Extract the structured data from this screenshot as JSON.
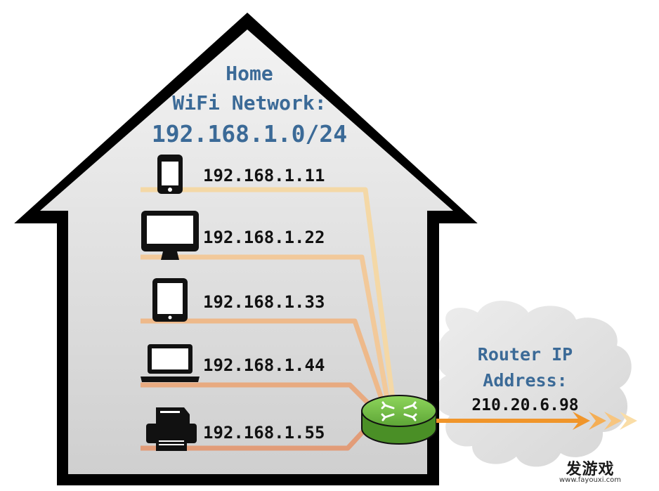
{
  "house": {
    "title_line1": "Home",
    "title_line2": "WiFi Network:",
    "subnet": "192.168.1.0/24"
  },
  "devices": [
    {
      "icon": "smartphone-icon",
      "ip": "192.168.1.11",
      "line_color": "#f4d8a6"
    },
    {
      "icon": "monitor-icon",
      "ip": "192.168.1.22",
      "line_color": "#f2c99a"
    },
    {
      "icon": "tablet-icon",
      "ip": "192.168.1.33",
      "line_color": "#eeb98a"
    },
    {
      "icon": "laptop-icon",
      "ip": "192.168.1.44",
      "line_color": "#e8aa80"
    },
    {
      "icon": "printer-icon",
      "ip": "192.168.1.55",
      "line_color": "#e29c78"
    }
  ],
  "router": {
    "label_line1": "Router IP",
    "label_line2": "Address:",
    "public_ip": "210.20.6.98",
    "body_color": "#72bf44",
    "arrow_color": "#f0952a"
  },
  "watermark": {
    "chars": "发游戏",
    "url": "www.fayouxi.com"
  },
  "colors": {
    "title": "#3b6a97",
    "house_fill": "#d7d7d7",
    "cloud_fill": "#e2e2e2"
  }
}
